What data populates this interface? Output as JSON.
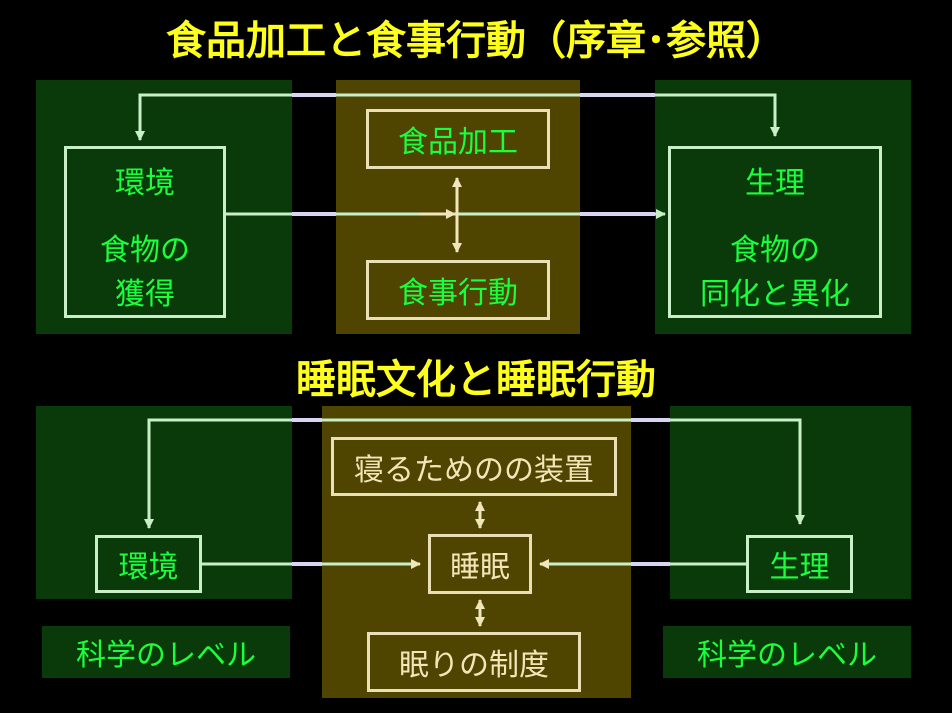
{
  "top": {
    "title": "食品加工と食事行動（序章･参照）",
    "env_label": "環境",
    "env_sub_1": "食物の",
    "env_sub_2": "獲得",
    "physio_label": "生理",
    "physio_sub_1": "食物の",
    "physio_sub_2": "同化と異化",
    "processing_label": "食品加工",
    "eating_label": "食事行動"
  },
  "bottom": {
    "title": "睡眠文化と睡眠行動",
    "env_label": "環境",
    "physio_label": "生理",
    "device_label": "寝るためのの装置",
    "sleep_label": "睡眠",
    "institution_label": "眠りの制度",
    "science_left": "科学のレベル",
    "science_right": "科学のレベル"
  },
  "colors": {
    "title": "#ffff1e",
    "green_text": "#1aff3c",
    "green_panel": "#0a3a0a",
    "olive_panel": "#4f4500",
    "arrow_green": "#c9efc9",
    "arrow_lavender": "#d8d4f4"
  }
}
